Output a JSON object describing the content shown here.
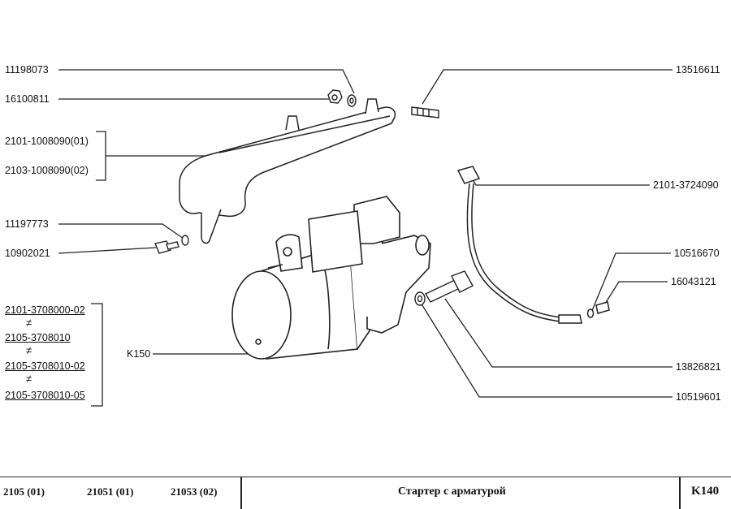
{
  "labels": {
    "p11198073": "11198073",
    "p16100811": "16100811",
    "p2101_1008090": "2101-1008090(01)",
    "p2103_1008090": "2103-1008090(02)",
    "p11197773": "11197773",
    "p10902021": "10902021",
    "p13516611": "13516611",
    "p2101_3724090": "2101-3724090",
    "p10516670": "10516670",
    "p16043121": "16043121",
    "p13826821": "13826821",
    "p10519601": "10519601",
    "pK150": "K150",
    "starter_variants": [
      "2101-3708000-02",
      "2105-3708010",
      "2105-3708010-02",
      "2105-3708010-05"
    ],
    "not_interchangeable_symbol": "≠"
  },
  "footer": {
    "models": [
      "2105 (01)",
      "21051 (01)",
      "21053 (02)"
    ],
    "title": "Стартер с арматурой",
    "code": "K140"
  }
}
